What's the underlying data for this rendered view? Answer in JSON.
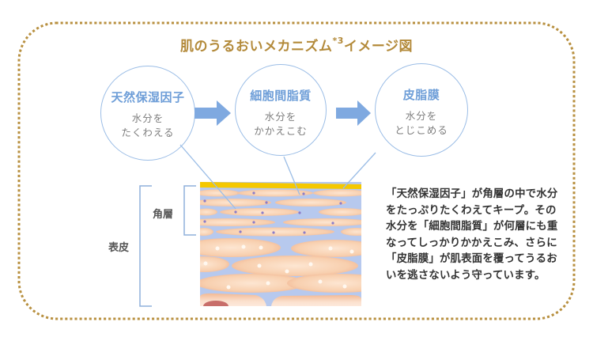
{
  "title": {
    "main": "肌のうるおいメカニズム",
    "superscript": "*3",
    "suffix": "イメージ図"
  },
  "colors": {
    "gold": "#b38a3a",
    "blue": "#6e9ed8",
    "circle_border": "#9bbde6",
    "arrow": "#7fa9e0",
    "text_gray": "#7d7d7d"
  },
  "circles": [
    {
      "name": "天然保湿因子",
      "desc_line1": "水分を",
      "desc_line2": "たくわえる"
    },
    {
      "name": "細胞間脂質",
      "desc_line1": "水分を",
      "desc_line2": "かかえこむ"
    },
    {
      "name": "皮脂膜",
      "desc_line1": "水分を",
      "desc_line2": "とじこめる"
    }
  ],
  "labels": {
    "stratum_corneum": "角層",
    "epidermis": "表皮"
  },
  "explanation": "「天然保湿因子」が角層の中で水分をたっぷりたくわえてキープ。その水分を「細胞間脂質」が何層にも重なってしっかりかかえこみ、さらに「皮脂膜」が肌表面を覆ってうるおいを逃さないよう守っています。"
}
